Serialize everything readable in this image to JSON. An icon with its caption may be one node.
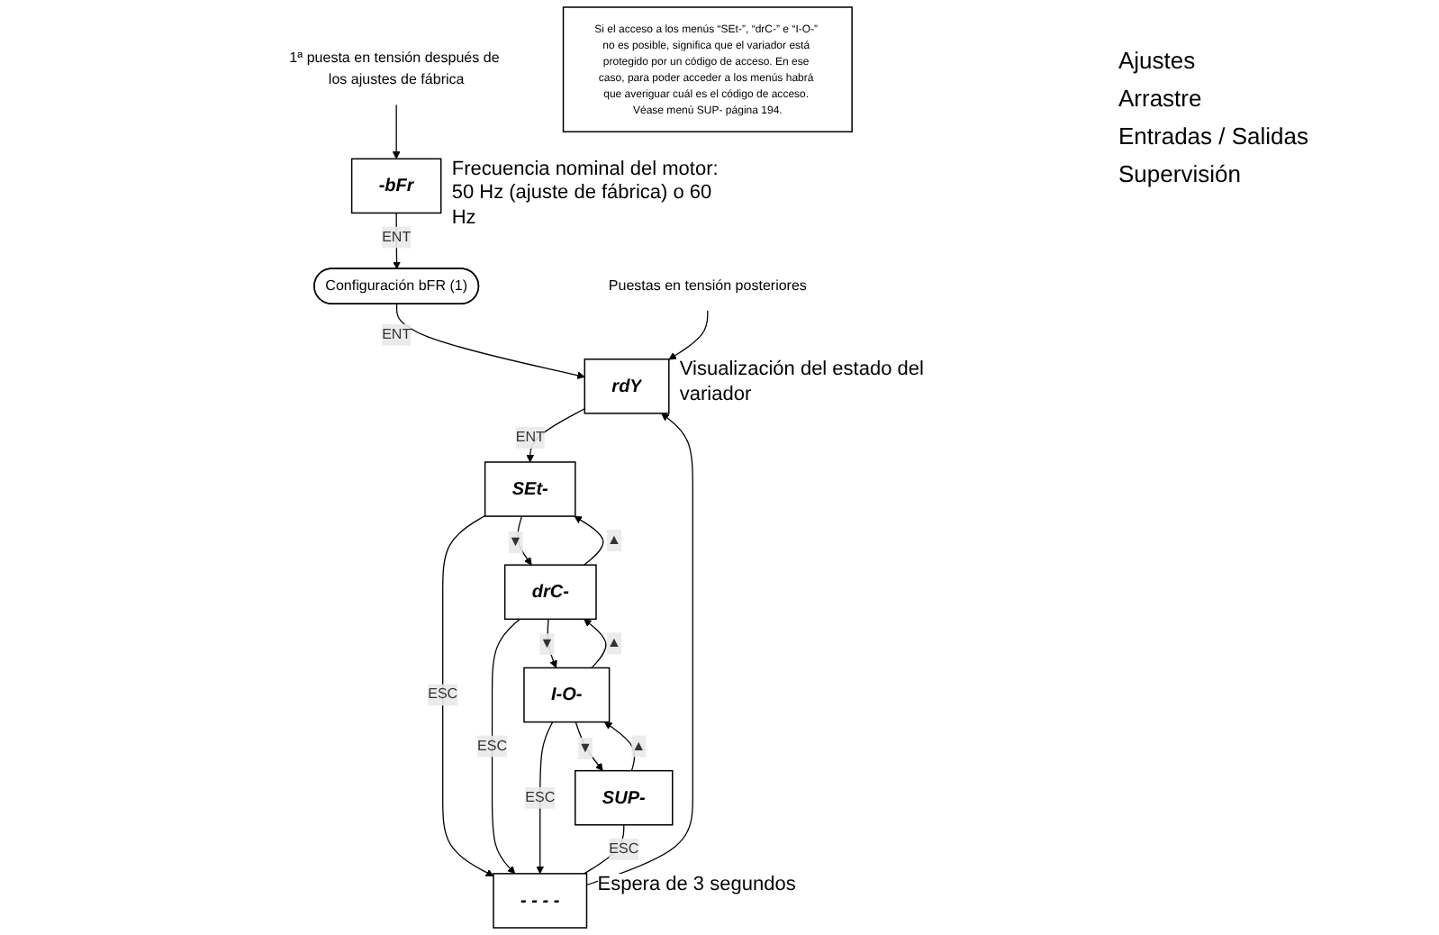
{
  "diagram": {
    "nodes": [
      {
        "text": [
          "1ª puesta en tensión después de los ajustes de fábrica"
        ]
      },
      {
        "text": [
          "Puestas en tensión posteriores"
        ]
      },
      {
        "text": [
          "-bFr"
        ],
        "beside": [
          "Frecuencia nominal del motor: 50 Hz (ajuste de fábrica) o 60 Hz"
        ]
      },
      {
        "text": [
          "Configuración bFR (1)"
        ]
      },
      {
        "text": [
          "rdY"
        ],
        "beside": [
          "Visualización del estado del variador"
        ]
      },
      {
        "text": [
          "- - - -"
        ],
        "beside": [
          "Espera de 3 segundos"
        ]
      },
      {
        "text": [
          "SEt-"
        ]
      },
      {
        "text": [
          "drC-"
        ]
      },
      {
        "text": [
          "I-O-"
        ]
      },
      {
        "text": [
          "SUP-"
        ]
      },
      {
        "text": [
          "Si el acceso a los menús “SEt-”, “drC-” e “I-O-” no es posible, significa que el variador está protegido por un código de acceso. En ese caso, para poder acceder a los menús habrá que averiguar cuál es el código de acceso. Véase menú SUP- página 194."
        ]
      }
    ],
    "edges": [
      {
        "from": 0,
        "to": 2,
        "arrow": "to"
      },
      {
        "from": 2,
        "to": 3,
        "arrow": "to",
        "label": "ENT"
      },
      {
        "from": 3,
        "to": 4,
        "arrow": "to",
        "label": "ENT"
      },
      {
        "from": 1,
        "to": 4,
        "arrow": "to"
      },
      {
        "from": 4,
        "to": 6,
        "arrow": "to",
        "label": "ENT"
      },
      {
        "from": 5,
        "to": 4,
        "arrow": "to"
      },
      {
        "from": 6,
        "to": 7,
        "arrow": "to",
        "label": "▼"
      },
      {
        "from": 7,
        "to": 6,
        "arrow": "to",
        "label": "▲"
      },
      {
        "from": 7,
        "to": 8,
        "arrow": "to",
        "label": "▼"
      },
      {
        "from": 8,
        "to": 7,
        "arrow": "to",
        "label": "▲"
      },
      {
        "from": 8,
        "to": 9,
        "arrow": "to",
        "label": "▼"
      },
      {
        "from": 9,
        "to": 8,
        "arrow": "to",
        "label": "▲"
      },
      {
        "from": 6,
        "to": 5,
        "arrow": "to",
        "label": "ESC"
      },
      {
        "from": 7,
        "to": 5,
        "arrow": "to",
        "label": "ESC"
      },
      {
        "from": 8,
        "to": 5,
        "arrow": "to",
        "label": "ESC"
      },
      {
        "from": 9,
        "to": 5,
        "arrow": "none",
        "label": "ESC"
      }
    ],
    "labels": [
      "Ajustes",
      "Arrastre",
      "Entradas / Salidas",
      "Supervisión"
    ]
  }
}
